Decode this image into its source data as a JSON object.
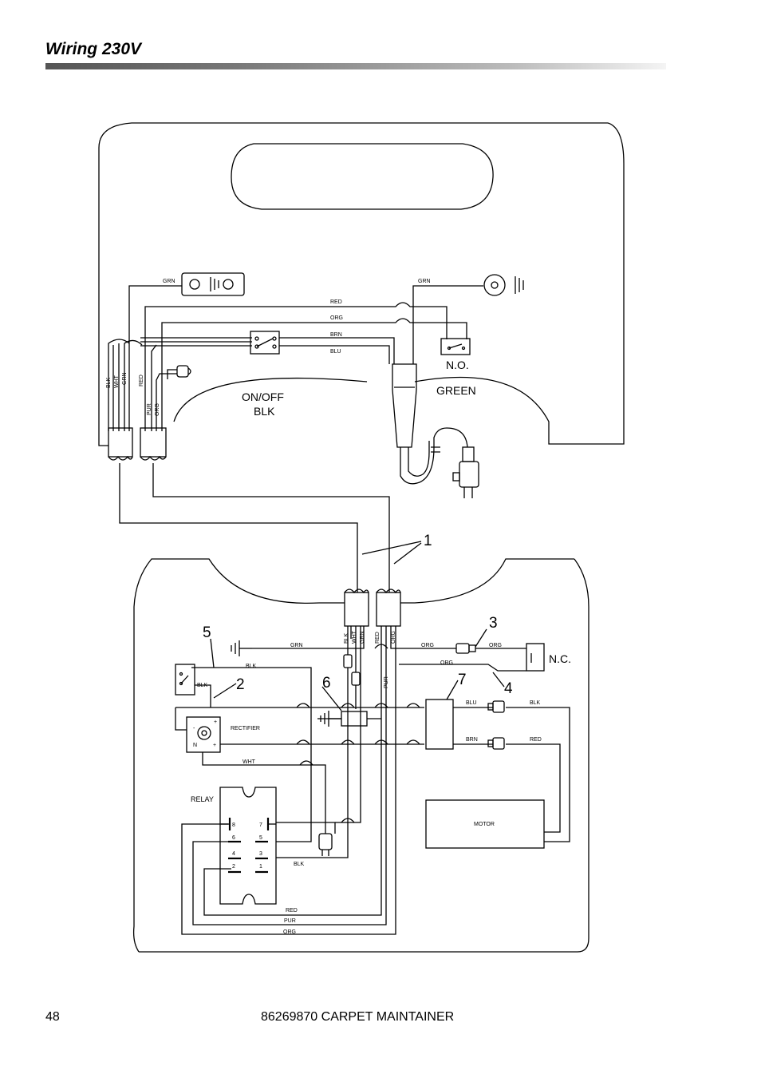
{
  "header": {
    "title": "Wiring 230V"
  },
  "footer": {
    "page_number": "48",
    "document": "86269870 CARPET MAINTAINER"
  },
  "diagram": {
    "callouts": {
      "n1": "1",
      "n2": "2",
      "n3": "3",
      "n4": "4",
      "n5": "5",
      "n6": "6",
      "n7": "7"
    },
    "switch_labels": {
      "no": "N.O.",
      "nc": "N.C.",
      "green": "GREEN",
      "onoff": "ON/OFF",
      "blk": "BLK"
    },
    "components": {
      "rectifier": "RECTIFIER",
      "relay": "RELAY",
      "motor": "MOTOR"
    },
    "upper_wires": {
      "grn_left": "GRN",
      "grn_right": "GRN",
      "red": "RED",
      "org": "ORG",
      "brn": "BRN",
      "blu": "BLU",
      "v_blk": "BLK",
      "v_wht": "WHT",
      "v_grn": "GRN",
      "v_red": "RED",
      "v_pur": "PUR",
      "v_org": "ORG"
    },
    "lower_wires": {
      "v_blk": "BLK",
      "v_wht": "WHT",
      "v_grn": "GRN",
      "v_red": "RED",
      "v_org": "ORG",
      "v_pur": "PUR",
      "grn": "GRN",
      "blk_top": "BLK",
      "blk_sw": "BLK",
      "org_a": "ORG",
      "org_b": "ORG",
      "org_c": "ORG",
      "blu": "BLU",
      "blk_mot": "BLK",
      "brn": "BRN",
      "red_mot": "RED",
      "wht": "WHT",
      "blk_relay": "BLK",
      "red_bot": "RED",
      "pur_bot": "PUR",
      "org_bot": "ORG"
    },
    "rectifier_terminals": {
      "minus": "-",
      "plus": "+",
      "n": "N",
      "plus2": "+"
    },
    "relay_pins": {
      "p8": "8",
      "p7": "7",
      "p6": "6",
      "p5": "5",
      "p4": "4",
      "p3": "3",
      "p2": "2",
      "p1": "1"
    }
  }
}
